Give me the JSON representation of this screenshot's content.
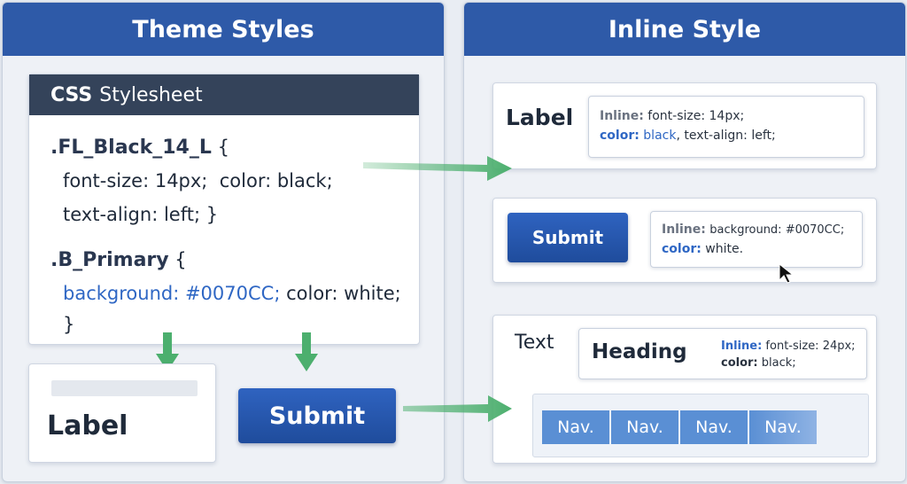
{
  "left_panel": {
    "title": "Theme Styles"
  },
  "right_panel": {
    "title": "Inline Style"
  },
  "stylesheet": {
    "header_bold": "CSS",
    "header_rest": "Stylesheet",
    "rule1_selector": ".FL_Black_14_L",
    "rule1_open": "{",
    "rule1_line1": "font-size: 14px;  color: black;",
    "rule1_line2": "text-align: left; }",
    "rule2_selector": ".B_Primary",
    "rule2_open": "{",
    "rule2_line1_blue": "background: #0070CC;",
    "rule2_line1_rest": "color: white;",
    "rule2_close": "}"
  },
  "themed": {
    "label_text": "Label",
    "submit_text": "Submit"
  },
  "inline_label": {
    "label_text": "Label",
    "tip_key1": "Inline:",
    "tip_val1": "font-size: 14px;",
    "tip_key2": "color:",
    "tip_val2_blue": "black",
    "tip_val2_rest": ", text-align: left;"
  },
  "inline_submit": {
    "button_text": "Submit",
    "tip_key1": "Inline:",
    "tip_val1": "background: #0070CC;",
    "tip_key2": "color:",
    "tip_val2": "white."
  },
  "inline_text": {
    "text_label": "Text",
    "heading_text": "Heading",
    "tip_key1": "Inline:",
    "tip_val1": "font-size: 24px;",
    "tip_key2": "color:",
    "tip_val2": "black;",
    "nav_items": [
      "Nav.",
      "Nav.",
      "Nav.",
      "Nav."
    ]
  },
  "colors": {
    "header_blue": "#2e5aa8",
    "code_blue": "#2f67c4",
    "button_blue": "#1f4c9c",
    "arrow_green": "#4caf6e",
    "nav_blue": "#5a8fd4"
  },
  "icons": [
    "arrow-right-icon",
    "arrow-down-icon",
    "mouse-cursor-icon"
  ]
}
